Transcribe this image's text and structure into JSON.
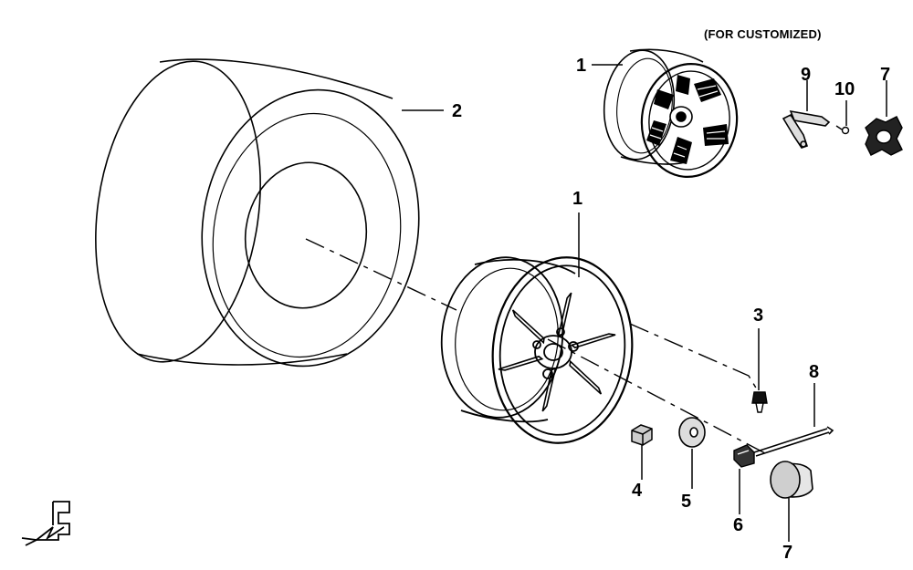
{
  "diagram": {
    "note": "(FOR CUSTOMIZED)",
    "callouts": {
      "rim_custom": "1",
      "tire": "2",
      "rim": "1",
      "valve": "3",
      "nut": "4",
      "washer": "5",
      "hub_nut": "6",
      "cap": "7",
      "cotter_pin": "8",
      "valve_tool": "9",
      "valve_core": "10",
      "custom_cap": "7"
    },
    "colors": {
      "line": "#000000",
      "background": "#ffffff"
    },
    "icons": {
      "direction_mark": "front-arrow-icon"
    }
  }
}
